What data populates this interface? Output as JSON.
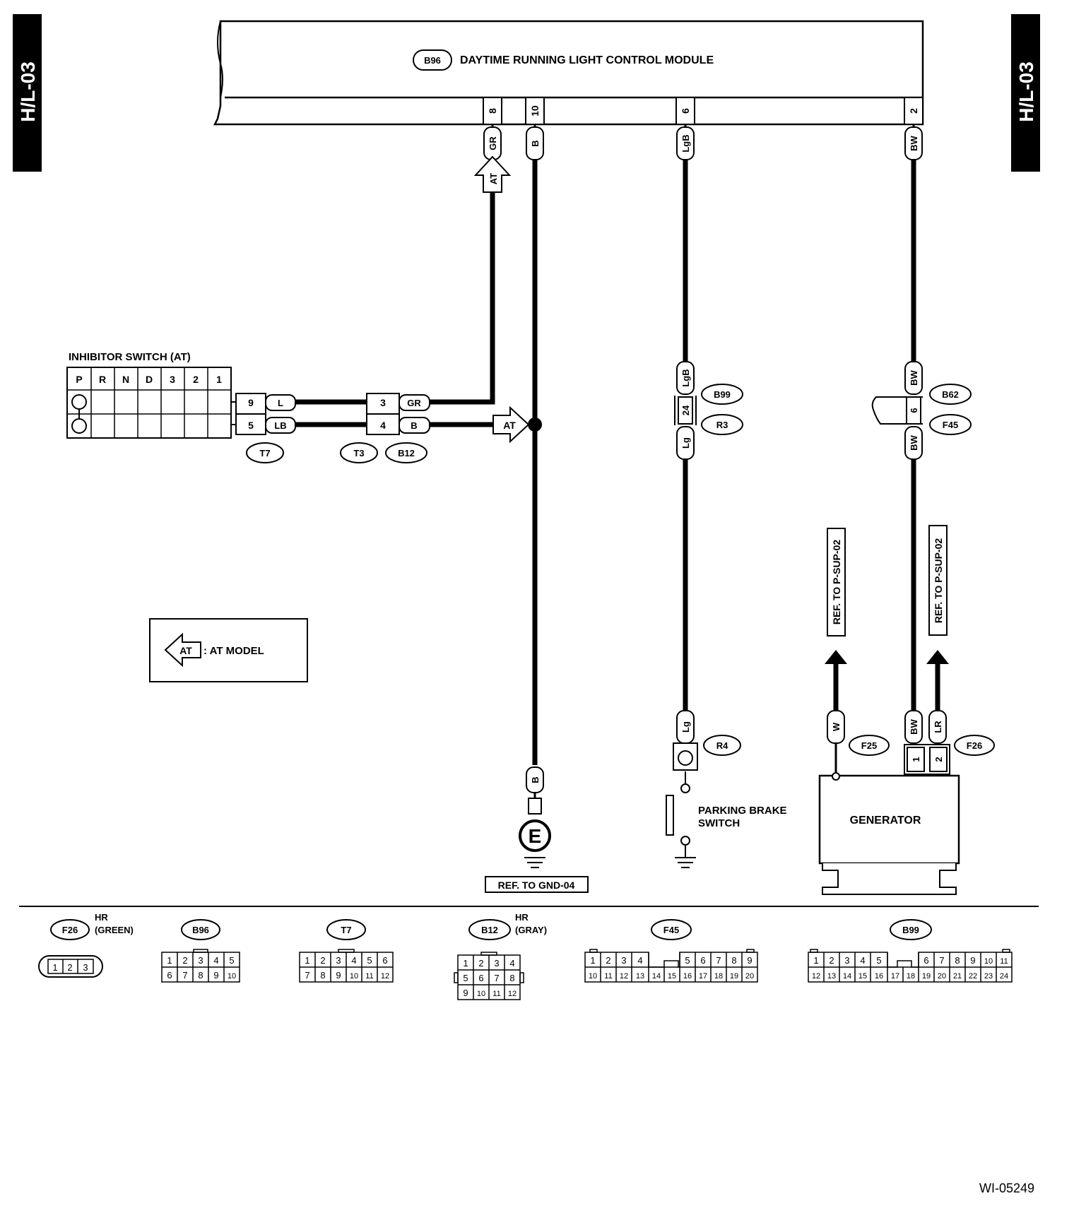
{
  "page_tags": {
    "left": "H/L-03",
    "right": "H/L-03"
  },
  "module": {
    "connector": "B96",
    "name": "DAYTIME RUNNING LIGHT CONTROL MODULE"
  },
  "module_pins": [
    "8",
    "10",
    "6",
    "2"
  ],
  "wire_colors": {
    "gr": "GR",
    "b": "B",
    "lgb": "LgB",
    "bw": "BW",
    "lg": "Lg",
    "l": "L",
    "lb": "LB",
    "w": "W",
    "lr": "LR"
  },
  "at_tag": "AT",
  "inhibitor": {
    "title": "INHIBITOR SWITCH (AT)",
    "positions": [
      "P",
      "R",
      "N",
      "D",
      "3",
      "2",
      "1"
    ],
    "pins": [
      "9",
      "5"
    ],
    "connector": "T7"
  },
  "junction_t3_b12": {
    "pins": [
      "3",
      "4"
    ],
    "connectors": [
      "T3",
      "B12"
    ]
  },
  "b99_r3": {
    "pin": "24",
    "connectors": [
      "B99",
      "R3"
    ]
  },
  "b62_f45": {
    "pin": "6",
    "connectors": [
      "B62",
      "F45"
    ]
  },
  "r4": {
    "connector": "R4"
  },
  "parking_brake": {
    "line1": "PARKING BRAKE",
    "line2": "SWITCH"
  },
  "generator": {
    "label": "GENERATOR",
    "pins": [
      "1",
      "2"
    ]
  },
  "f25": "F25",
  "f26": "F26",
  "ref_psup_a": "REF. TO P-SUP-02",
  "ref_psup_b": "REF. TO P-SUP-02",
  "ground": {
    "symbol": "E",
    "ref": "REF. TO GND-04"
  },
  "legend": {
    "tag": "AT",
    "text": ": AT MODEL"
  },
  "connector_views": [
    {
      "id": "F26",
      "note": [
        "HR",
        "(GREEN)"
      ]
    },
    {
      "id": "B96",
      "note": []
    },
    {
      "id": "T7",
      "note": []
    },
    {
      "id": "B12",
      "note": [
        "HR",
        "(GRAY)"
      ]
    },
    {
      "id": "F45",
      "note": []
    },
    {
      "id": "B99",
      "note": []
    }
  ],
  "figure_id": "WI-05249"
}
